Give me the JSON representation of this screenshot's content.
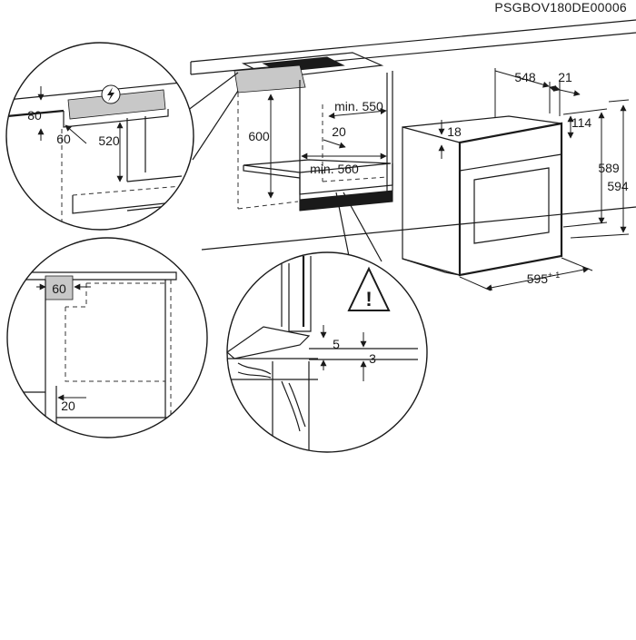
{
  "document_code": "PSGBOV180DE00006",
  "dimensions": {
    "depth_548": "548",
    "front_21": "21",
    "top_114": "114",
    "top_18": "18",
    "height_589": "589",
    "height_594": "594",
    "width_595": "595",
    "width_tolerance": "+-1",
    "cabinet_height_600": "600",
    "cabinet_min_550": "min. 550",
    "cabinet_20": "20",
    "cabinet_min_560": "min. 560",
    "detail_80": "80",
    "detail_60_left": "60",
    "detail_520": "520",
    "detail_60_box": "60",
    "detail_20_bottom": "20",
    "detail_gap_5": "5",
    "detail_gap_3": "3"
  },
  "icons": {
    "electric": "lightning-icon",
    "warning": "warning-icon",
    "warning_symbol": "!"
  },
  "colors": {
    "line": "#1a1a1a",
    "shade": "#c8c8c8",
    "background": "#ffffff"
  }
}
